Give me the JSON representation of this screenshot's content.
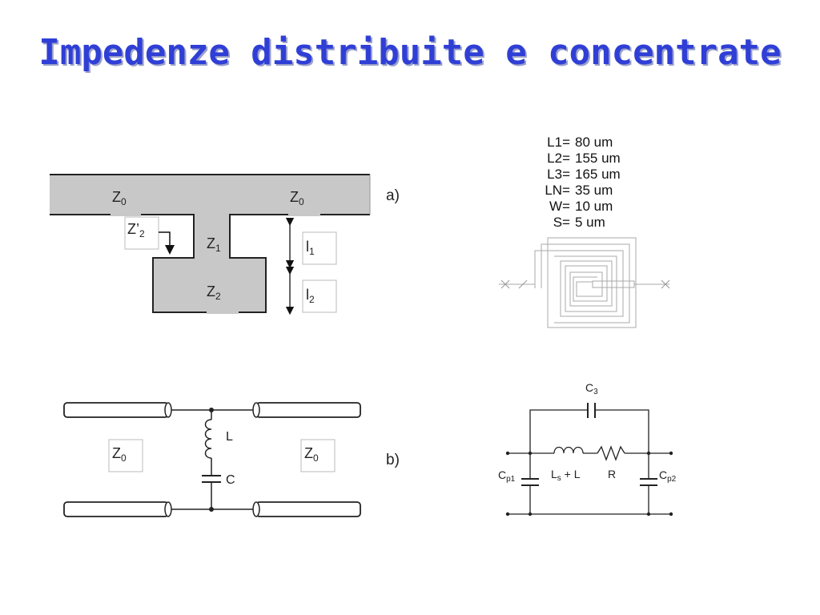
{
  "title": "Impedenze distribuite e concentrate",
  "diagram_a": {
    "label": "a)",
    "z0_left": "Z",
    "z0_left_sub": "0",
    "z0_right": "Z",
    "z0_right_sub": "0",
    "z2p": "Z’",
    "z2p_sub": "2",
    "z1": "Z",
    "z1_sub": "1",
    "z2": "Z",
    "z2_sub": "2",
    "l1": "l",
    "l1_sub": "1",
    "l2": "l",
    "l2_sub": "2"
  },
  "diagram_b": {
    "label": "b)",
    "z0_left": "Z",
    "z0_left_sub": "0",
    "z0_right": "Z",
    "z0_right_sub": "0",
    "inductor": "L",
    "capacitor": "C"
  },
  "spiral_params": [
    {
      "key": "L1=",
      "value": "80 um"
    },
    {
      "key": "L2=",
      "value": "155 um"
    },
    {
      "key": "L3=",
      "value": "165 um"
    },
    {
      "key": "LN=",
      "value": "35 um"
    },
    {
      "key": "W=",
      "value": "10 um"
    },
    {
      "key": "S=",
      "value": "5 um"
    }
  ],
  "equivalent_circuit": {
    "c3": "C",
    "c3_sub": "3",
    "cp1": "C",
    "cp1_sub": "p1",
    "cp2": "C",
    "cp2_sub": "p2",
    "ls": "L",
    "ls_sub": "s",
    "ls_suffix": " + L",
    "r": "R"
  },
  "colors": {
    "title": "#2f3fd6",
    "fill": "#c8c8c8"
  }
}
